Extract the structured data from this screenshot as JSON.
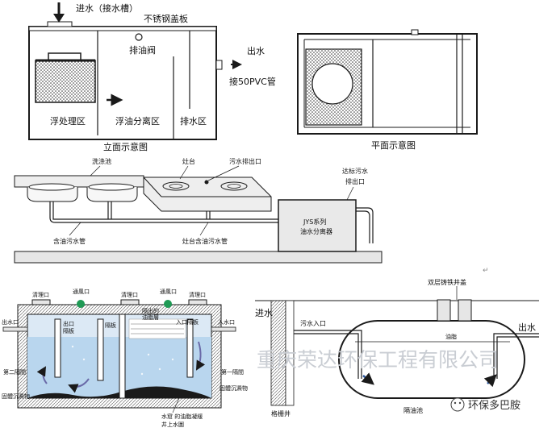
{
  "panel1": {
    "inlet_label": "进水（接水槽）",
    "cover_label": "不锈钢盖板",
    "oil_valve_label": "排油阀",
    "outlet_label": "出水",
    "pipe_label": "接50PVC管",
    "zone_float": "浮处理区",
    "zone_separate": "浮油分离区",
    "zone_drain": "排水区",
    "elevation_caption": "立面示意图",
    "plan_caption": "平面示意图"
  },
  "panel2": {
    "sink_label": "洗涤池",
    "stove_label": "灶台",
    "drain_outlet_label": "污水排出口",
    "discharge_label_1": "达标污水",
    "discharge_label_2": "排出口",
    "separator_label_1": "JYS系列",
    "separator_label_2": "油水分离器",
    "sink_pipe_label": "含油污水管",
    "stove_pipe_label": "灶台含油污水管"
  },
  "panel3": {
    "cleanout_1": "清理口",
    "vent_1": "通風口",
    "cleanout_2": "清理口",
    "vent_2": "通風口",
    "cleanout_3": "清理口",
    "outlet": "出水口",
    "outlet_baffle_1": "出口",
    "outlet_baffle_2": "隔板",
    "partition": "隔板",
    "oil_layer_1": "隔出的",
    "oil_layer_2": "油脂層",
    "inlet_baffle": "入口隔板",
    "inlet": "入水口",
    "second_partition": "第二隔間",
    "first_partition": "第一隔間",
    "sediment_left": "固體沉澱物",
    "sediment_right": "固體沉澱物",
    "water_oil_1": "水窟 的油脂凝緩",
    "water_oil_2": "井上水圖"
  },
  "panel4": {
    "cover_label": "双层铸铁井盖",
    "inlet_side": "进水",
    "sewage_inlet": "污水入口",
    "oil_label": "油脂",
    "outlet_side": "出水",
    "grate_well": "格栅井",
    "grease_trap": "隔油池"
  },
  "watermark": "重庆荣达环保工程有限公司",
  "wechat_label": "环保多巴胺",
  "colors": {
    "line": "#1a1a1a",
    "water_blue": "#b9d6ee",
    "pale_blue": "#dce9f5",
    "vent_green": "#1f9a55",
    "pipe_grey": "#e6e6e6",
    "watermark": "#c9cdd3"
  }
}
